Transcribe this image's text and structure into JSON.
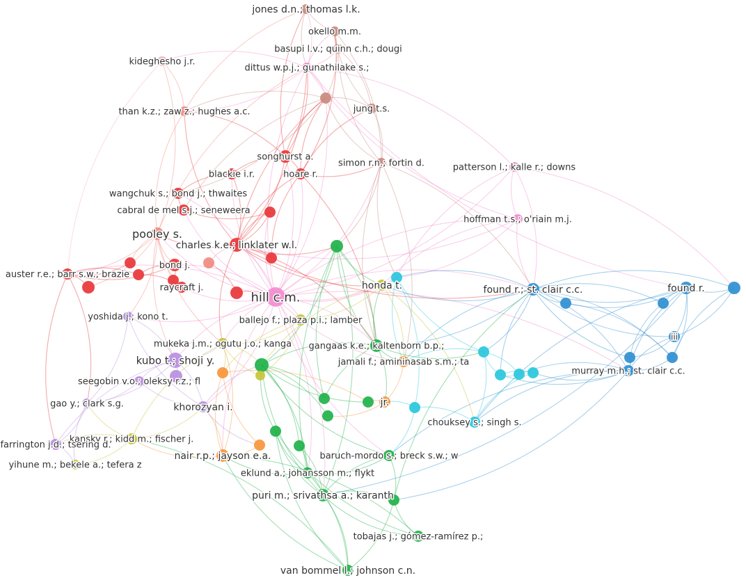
{
  "colors": {
    "red": "#e8363a",
    "salmon": "#f08a80",
    "brown": "#c98a7e",
    "pink": "#f38ccf",
    "lightpink": "#f6b2ba",
    "orange": "#f7963c",
    "yellow": "#c8c43a",
    "green": "#1fb24a",
    "cyan": "#29c7dd",
    "blue": "#2f8fd0",
    "purple": "#b98ee0"
  },
  "nodes": [
    {
      "id": "jones",
      "label": "jones d.n.; thomas l.k.",
      "color": "brown"
    },
    {
      "id": "okello",
      "label": "okello m.m.",
      "color": "brown"
    },
    {
      "id": "basupi",
      "label": "basupi l.v.; quinn c.h.; dougi",
      "color": "brown"
    },
    {
      "id": "kideghesho",
      "label": "kideghesho j.r.",
      "color": "lightpink"
    },
    {
      "id": "dittus",
      "label": "dittus w.p.j.; gunathilake s.;",
      "color": "pink"
    },
    {
      "id": "brownhub",
      "label": "",
      "color": "brown"
    },
    {
      "id": "than",
      "label": "than k.z.; zaw z.; hughes a.c.",
      "color": "salmon"
    },
    {
      "id": "jung",
      "label": "jung t.s.",
      "color": "brown"
    },
    {
      "id": "songhurst",
      "label": "songhurst a.",
      "color": "red"
    },
    {
      "id": "blackie",
      "label": "blackie i.r.",
      "color": "red"
    },
    {
      "id": "hoare",
      "label": "hoare r.",
      "color": "red"
    },
    {
      "id": "simon",
      "label": "simon r.n.; fortin d.",
      "color": "brown"
    },
    {
      "id": "patterson",
      "label": "patterson l.; kalle r.; downs",
      "color": "pink"
    },
    {
      "id": "wangchuk",
      "label": "wangchuk s.; bond j.; thwaites",
      "color": "red"
    },
    {
      "id": "cabral",
      "label": "cabral de mel s.j.; seneweera",
      "color": "red"
    },
    {
      "id": "redA",
      "label": "",
      "color": "red"
    },
    {
      "id": "hoffman",
      "label": "hoffman t.s.; o'riain m.j.",
      "color": "pink"
    },
    {
      "id": "pooley",
      "label": "pooley s.",
      "color": "salmon"
    },
    {
      "id": "charles",
      "label": "charles k.e.; linklater w.l.",
      "color": "red"
    },
    {
      "id": "greenA",
      "label": "",
      "color": "green"
    },
    {
      "id": "redB",
      "label": "",
      "color": "red"
    },
    {
      "id": "auster",
      "label": "auster r.e.; barr s.w.; brazie",
      "color": "red"
    },
    {
      "id": "redC",
      "label": "",
      "color": "red"
    },
    {
      "id": "redD",
      "label": "",
      "color": "red"
    },
    {
      "id": "redE",
      "label": "",
      "color": "red"
    },
    {
      "id": "bond",
      "label": "bond j.",
      "color": "red"
    },
    {
      "id": "redF",
      "label": "",
      "color": "red"
    },
    {
      "id": "raycraft",
      "label": "raycraft j.",
      "color": "red"
    },
    {
      "id": "salA",
      "label": "",
      "color": "salmon"
    },
    {
      "id": "hill",
      "label": "hill c.m.",
      "color": "pink"
    },
    {
      "id": "redG",
      "label": "",
      "color": "red"
    },
    {
      "id": "honda",
      "label": "honda t.",
      "color": "yellow"
    },
    {
      "id": "cyanA",
      "label": "",
      "color": "cyan"
    },
    {
      "id": "found2",
      "label": "found r.; st. clair c.c.",
      "color": "blue"
    },
    {
      "id": "found1",
      "label": "found r.",
      "color": "blue"
    },
    {
      "id": "blueA",
      "label": "",
      "color": "blue"
    },
    {
      "id": "blueB",
      "label": "",
      "color": "blue"
    },
    {
      "id": "blueC",
      "label": "",
      "color": "blue"
    },
    {
      "id": "yoshida",
      "label": "yoshida j.; kono t.",
      "color": "purple"
    },
    {
      "id": "ballejo",
      "label": "ballejo f.; plaza p.i.; lamber",
      "color": "yellow"
    },
    {
      "id": "iii",
      "label": "iii",
      "color": "blue"
    },
    {
      "id": "mukeka",
      "label": "mukeka j.m.; ogutu j.o.; kanga",
      "color": "yellow"
    },
    {
      "id": "gangaas",
      "label": "gangaas k.e.; kaltenborn b.p.;",
      "color": "green"
    },
    {
      "id": "cyanB",
      "label": "",
      "color": "cyan"
    },
    {
      "id": "kubo",
      "label": "kubo t.; shoji y.",
      "color": "purple"
    },
    {
      "id": "greenB",
      "label": "",
      "color": "green"
    },
    {
      "id": "jamali",
      "label": "jamali f.; amininasab s.m.; ta",
      "color": "orange"
    },
    {
      "id": "blueD",
      "label": "",
      "color": "blue"
    },
    {
      "id": "blueE",
      "label": "",
      "color": "blue"
    },
    {
      "id": "murray",
      "label": "murray m.h.; st. clair c.c.",
      "color": "blue"
    },
    {
      "id": "cyanC",
      "label": "",
      "color": "cyan"
    },
    {
      "id": "cyanD",
      "label": "",
      "color": "cyan"
    },
    {
      "id": "cyanE",
      "label": "",
      "color": "cyan"
    },
    {
      "id": "orangeA",
      "label": "",
      "color": "orange"
    },
    {
      "id": "yellowA",
      "label": "",
      "color": "yellow"
    },
    {
      "id": "purpleA",
      "label": "",
      "color": "purple"
    },
    {
      "id": "seegobin",
      "label": "seegobin v.o.; oleksy r.z.; fl",
      "color": "purple"
    },
    {
      "id": "khorozyan",
      "label": "khorozyan i.",
      "color": "purple"
    },
    {
      "id": "gao",
      "label": "gao y.; clark s.g.",
      "color": "purple"
    },
    {
      "id": "greenC",
      "label": "",
      "color": "green"
    },
    {
      "id": "greenD",
      "label": "",
      "color": "green"
    },
    {
      "id": "jr",
      "label": "jr.",
      "color": "orange"
    },
    {
      "id": "cyanF",
      "label": "",
      "color": "cyan"
    },
    {
      "id": "greenE",
      "label": "",
      "color": "green"
    },
    {
      "id": "chouksey",
      "label": "chouksey s.; singh s.",
      "color": "cyan"
    },
    {
      "id": "kansky",
      "label": "kansky r.; kidd m.; fischer j.",
      "color": "yellow"
    },
    {
      "id": "greenF",
      "label": "",
      "color": "green"
    },
    {
      "id": "farrington",
      "label": "farrington j.d.; tsering d.",
      "color": "purple"
    },
    {
      "id": "greenG",
      "label": "",
      "color": "green"
    },
    {
      "id": "orangeB",
      "label": "",
      "color": "orange"
    },
    {
      "id": "nair",
      "label": "nair r.p.; jayson e.a.",
      "color": "orange"
    },
    {
      "id": "baruch",
      "label": "baruch-mordo s.; breck s.w.; w",
      "color": "green"
    },
    {
      "id": "yihune",
      "label": "yihune m.; bekele a.; tefera z",
      "color": "yellow"
    },
    {
      "id": "eklund",
      "label": "eklund a.; johansson m.; flykt",
      "color": "green"
    },
    {
      "id": "puri",
      "label": "puri m.; srivathsa a.; karanth",
      "color": "green"
    },
    {
      "id": "greenH",
      "label": "",
      "color": "green"
    },
    {
      "id": "tobajas",
      "label": "tobajas j.; gómez-ramírez p.;",
      "color": "green"
    },
    {
      "id": "vanbommel",
      "label": "van bommel l.; johnson c.n.",
      "color": "green"
    }
  ],
  "edges": [
    [
      "hill",
      "charles"
    ],
    [
      "hill",
      "pooley"
    ],
    [
      "hill",
      "bond"
    ],
    [
      "hill",
      "raycraft"
    ],
    [
      "hill",
      "honda"
    ],
    [
      "hill",
      "ballejo"
    ],
    [
      "hill",
      "mukeka"
    ],
    [
      "hill",
      "gangaas"
    ],
    [
      "hill",
      "kubo"
    ],
    [
      "hill",
      "khorozyan"
    ],
    [
      "hill",
      "jamali"
    ],
    [
      "hill",
      "found2"
    ],
    [
      "hill",
      "songhurst"
    ],
    [
      "hill",
      "dittus"
    ],
    [
      "hill",
      "brownhub"
    ],
    [
      "hill",
      "yoshida"
    ],
    [
      "hill",
      "nair"
    ],
    [
      "hill",
      "puri"
    ],
    [
      "hill",
      "hoare"
    ],
    [
      "hill",
      "redA"
    ],
    [
      "hill",
      "cyanA"
    ],
    [
      "hill",
      "greenA"
    ],
    [
      "hill",
      "simon"
    ],
    [
      "hill",
      "blackie"
    ],
    [
      "hill",
      "wangchuk"
    ],
    [
      "hill",
      "cabral"
    ],
    [
      "hill",
      "auster"
    ],
    [
      "hill",
      "hoffman"
    ],
    [
      "hill",
      "patterson"
    ],
    [
      "hill",
      "murray"
    ],
    [
      "hill",
      "baruch"
    ],
    [
      "hill",
      "eklund"
    ],
    [
      "charles",
      "songhurst"
    ],
    [
      "charles",
      "hoare"
    ],
    [
      "charles",
      "blackie"
    ],
    [
      "charles",
      "pooley"
    ],
    [
      "charles",
      "greenA"
    ],
    [
      "charles",
      "redA"
    ],
    [
      "charles",
      "dittus"
    ],
    [
      "charles",
      "brownhub"
    ],
    [
      "charles",
      "honda"
    ],
    [
      "charles",
      "gangaas"
    ],
    [
      "charles",
      "mukeka"
    ],
    [
      "charles",
      "than"
    ],
    [
      "charles",
      "found2"
    ],
    [
      "pooley",
      "auster"
    ],
    [
      "pooley",
      "bond"
    ],
    [
      "pooley",
      "redC"
    ],
    [
      "pooley",
      "redD"
    ],
    [
      "pooley",
      "than"
    ],
    [
      "pooley",
      "kideghesho"
    ],
    [
      "pooley",
      "dittus"
    ],
    [
      "pooley",
      "raycraft"
    ],
    [
      "pooley",
      "yoshida"
    ],
    [
      "pooley",
      "kubo"
    ],
    [
      "auster",
      "redC"
    ],
    [
      "auster",
      "redD"
    ],
    [
      "auster",
      "redE"
    ],
    [
      "auster",
      "bond"
    ],
    [
      "auster",
      "gao"
    ],
    [
      "auster",
      "farrington"
    ],
    [
      "songhurst",
      "hoare"
    ],
    [
      "songhurst",
      "blackie"
    ],
    [
      "songhurst",
      "brownhub"
    ],
    [
      "songhurst",
      "dittus"
    ],
    [
      "songhurst",
      "jones"
    ],
    [
      "songhurst",
      "than"
    ],
    [
      "hoare",
      "brownhub"
    ],
    [
      "hoare",
      "simon"
    ],
    [
      "hoare",
      "jung"
    ],
    [
      "hoare",
      "okello"
    ],
    [
      "hoare",
      "gangaas"
    ],
    [
      "dittus",
      "jones"
    ],
    [
      "dittus",
      "okello"
    ],
    [
      "dittus",
      "basupi"
    ],
    [
      "dittus",
      "brownhub"
    ],
    [
      "dittus",
      "kideghesho"
    ],
    [
      "dittus",
      "than"
    ],
    [
      "dittus",
      "hoffman"
    ],
    [
      "dittus",
      "patterson"
    ],
    [
      "dittus",
      "found1"
    ],
    [
      "okello",
      "jones"
    ],
    [
      "okello",
      "basupi"
    ],
    [
      "okello",
      "brownhub"
    ],
    [
      "okello",
      "jung"
    ],
    [
      "okello",
      "simon"
    ],
    [
      "basupi",
      "simon"
    ],
    [
      "basupi",
      "jung"
    ],
    [
      "brownhub",
      "simon"
    ],
    [
      "brownhub",
      "jung"
    ],
    [
      "brownhub",
      "than"
    ],
    [
      "brownhub",
      "wangchuk"
    ],
    [
      "brownhub",
      "cabral"
    ],
    [
      "simon",
      "found2"
    ],
    [
      "simon",
      "gangaas"
    ],
    [
      "simon",
      "greenA"
    ],
    [
      "simon",
      "cyanA"
    ],
    [
      "simon",
      "jamali"
    ],
    [
      "patterson",
      "hoffman"
    ],
    [
      "patterson",
      "found2"
    ],
    [
      "patterson",
      "cyanA"
    ],
    [
      "patterson",
      "blueA"
    ],
    [
      "hoffman",
      "found2"
    ],
    [
      "hoffman",
      "cyanA"
    ],
    [
      "hoffman",
      "honda"
    ],
    [
      "hoffman",
      "charles"
    ],
    [
      "found2",
      "found1"
    ],
    [
      "found2",
      "blueA"
    ],
    [
      "found2",
      "blueB"
    ],
    [
      "found2",
      "blueC"
    ],
    [
      "found2",
      "iii"
    ],
    [
      "found2",
      "murray"
    ],
    [
      "found2",
      "blueD"
    ],
    [
      "found2",
      "blueE"
    ],
    [
      "found2",
      "cyanA"
    ],
    [
      "found2",
      "cyanB"
    ],
    [
      "found2",
      "cyanC"
    ],
    [
      "found2",
      "honda"
    ],
    [
      "found2",
      "jamali"
    ],
    [
      "found2",
      "gangaas"
    ],
    [
      "found1",
      "blueA"
    ],
    [
      "found1",
      "blueB"
    ],
    [
      "found1",
      "blueC"
    ],
    [
      "found1",
      "iii"
    ],
    [
      "found1",
      "murray"
    ],
    [
      "found1",
      "blueE"
    ],
    [
      "found1",
      "chouksey"
    ],
    [
      "found1",
      "puri"
    ],
    [
      "murray",
      "blueE"
    ],
    [
      "murray",
      "iii"
    ],
    [
      "murray",
      "blueD"
    ],
    [
      "murray",
      "cyanC"
    ],
    [
      "murray",
      "cyanD"
    ],
    [
      "murray",
      "cyanE"
    ],
    [
      "murray",
      "chouksey"
    ],
    [
      "murray",
      "greenH"
    ],
    [
      "murray",
      "baruch"
    ],
    [
      "blueA",
      "iii"
    ],
    [
      "blueA",
      "blueE"
    ],
    [
      "blueB",
      "blueE"
    ],
    [
      "blueC",
      "blueD"
    ],
    [
      "iii",
      "blueD"
    ],
    [
      "cyanA",
      "cyanB"
    ],
    [
      "cyanA",
      "honda"
    ],
    [
      "cyanA",
      "jamali"
    ],
    [
      "cyanA",
      "cyanF"
    ],
    [
      "cyanB",
      "cyanC"
    ],
    [
      "cyanB",
      "cyanD"
    ],
    [
      "cyanB",
      "jamali"
    ],
    [
      "cyanB",
      "chouksey"
    ],
    [
      "cyanC",
      "cyanD"
    ],
    [
      "cyanC",
      "cyanE"
    ],
    [
      "cyanE",
      "chouksey"
    ],
    [
      "cyanF",
      "chouksey"
    ],
    [
      "cyanF",
      "jr"
    ],
    [
      "cyanF",
      "baruch"
    ],
    [
      "gangaas",
      "greenB"
    ],
    [
      "gangaas",
      "greenA"
    ],
    [
      "gangaas",
      "jamali"
    ],
    [
      "gangaas",
      "honda"
    ],
    [
      "gangaas",
      "greenC"
    ],
    [
      "gangaas",
      "jr"
    ],
    [
      "gangaas",
      "cyanB"
    ],
    [
      "greenA",
      "greenB"
    ],
    [
      "greenA",
      "honda"
    ],
    [
      "greenA",
      "gangaas"
    ],
    [
      "greenA",
      "greenC"
    ],
    [
      "greenA",
      "puri"
    ],
    [
      "greenA",
      "eklund"
    ],
    [
      "greenB",
      "greenC"
    ],
    [
      "greenB",
      "greenD"
    ],
    [
      "greenB",
      "greenE"
    ],
    [
      "greenB",
      "greenF"
    ],
    [
      "greenB",
      "greenG"
    ],
    [
      "greenB",
      "puri"
    ],
    [
      "greenB",
      "eklund"
    ],
    [
      "greenB",
      "baruch"
    ],
    [
      "puri",
      "greenH"
    ],
    [
      "puri",
      "tobajas"
    ],
    [
      "puri",
      "vanbommel"
    ],
    [
      "puri",
      "eklund"
    ],
    [
      "puri",
      "baruch"
    ],
    [
      "puri",
      "greenG"
    ],
    [
      "puri",
      "greenF"
    ],
    [
      "greenH",
      "tobajas"
    ],
    [
      "greenH",
      "vanbommel"
    ],
    [
      "greenH",
      "baruch"
    ],
    [
      "greenH",
      "found2"
    ],
    [
      "vanbommel",
      "eklund"
    ],
    [
      "vanbommel",
      "greenF"
    ],
    [
      "vanbommel",
      "kansky"
    ],
    [
      "vanbommel",
      "nair"
    ],
    [
      "eklund",
      "greenG"
    ],
    [
      "eklund",
      "nair"
    ],
    [
      "eklund",
      "baruch"
    ],
    [
      "eklund",
      "greenF"
    ],
    [
      "nair",
      "orangeB"
    ],
    [
      "nair",
      "kansky"
    ],
    [
      "nair",
      "mukeka"
    ],
    [
      "nair",
      "orangeA"
    ],
    [
      "nair",
      "khorozyan"
    ],
    [
      "kansky",
      "yihune"
    ],
    [
      "kansky",
      "farrington"
    ],
    [
      "kansky",
      "gao"
    ],
    [
      "kansky",
      "khorozyan"
    ],
    [
      "kansky",
      "mukeka"
    ],
    [
      "kubo",
      "seegobin"
    ],
    [
      "kubo",
      "purpleA"
    ],
    [
      "kubo",
      "yoshida"
    ],
    [
      "kubo",
      "khorozyan"
    ],
    [
      "kubo",
      "mukeka"
    ],
    [
      "kubo",
      "gao"
    ],
    [
      "kubo",
      "farrington"
    ],
    [
      "seegobin",
      "gao"
    ],
    [
      "seegobin",
      "khorozyan"
    ],
    [
      "gao",
      "farrington"
    ],
    [
      "gao",
      "yihune"
    ],
    [
      "farrington",
      "yihune"
    ],
    [
      "mukeka",
      "ballejo"
    ],
    [
      "mukeka",
      "orangeA"
    ],
    [
      "mukeka",
      "yellowA"
    ],
    [
      "mukeka",
      "greenB"
    ],
    [
      "ballejo",
      "honda"
    ],
    [
      "ballejo",
      "yellowA"
    ],
    [
      "ballejo",
      "orangeA"
    ],
    [
      "orangeA",
      "greenD"
    ],
    [
      "orangeA",
      "orangeB"
    ],
    [
      "yellowA",
      "greenB"
    ],
    [
      "jr",
      "greenD"
    ],
    [
      "jr",
      "greenE"
    ],
    [
      "jr",
      "jamali"
    ],
    [
      "raycraft",
      "redF"
    ],
    [
      "raycraft",
      "redE"
    ],
    [
      "bond",
      "redF"
    ],
    [
      "bond",
      "redE"
    ],
    [
      "redG",
      "hill"
    ],
    [
      "redG",
      "salA"
    ],
    [
      "salA",
      "charles"
    ],
    [
      "redB",
      "charles"
    ],
    [
      "redB",
      "hoare"
    ],
    [
      "wangchuk",
      "cabral"
    ],
    [
      "wangchuk",
      "blackie"
    ],
    [
      "cabral",
      "redA"
    ],
    [
      "redA",
      "charles"
    ],
    [
      "than",
      "kideghesho"
    ],
    [
      "than",
      "jones"
    ],
    [
      "kideghesho",
      "auster"
    ],
    [
      "yoshida",
      "gao"
    ],
    [
      "yoshida",
      "khorozyan"
    ],
    [
      "honda",
      "jamali"
    ],
    [
      "honda",
      "greenB"
    ],
    [
      "honda",
      "chouksey"
    ],
    [
      "khorozyan",
      "orangeB"
    ],
    [
      "khorozyan",
      "greenB"
    ],
    [
      "tobajas",
      "nair"
    ],
    [
      "tobajas",
      "greenF"
    ],
    [
      "jones",
      "dittus"
    ],
    [
      "jung",
      "simon"
    ],
    [
      "pooley",
      "mukeka"
    ]
  ]
}
